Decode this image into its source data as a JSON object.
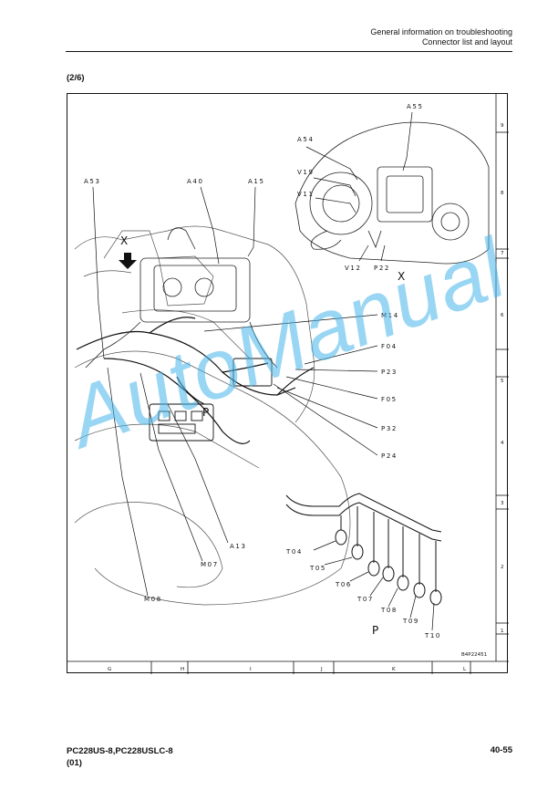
{
  "header": {
    "line1": "General information on troubleshooting",
    "line2": "Connector list and layout"
  },
  "page_subtitle": "(2/6)",
  "figure": {
    "view_x": "X",
    "view_p": "P",
    "figure_code": "B4P22451",
    "connectors": {
      "a53": "A53",
      "a40": "A40",
      "a15": "A15",
      "a55": "A55",
      "a54": "A54",
      "v19": "V19",
      "v11": "V11",
      "v12": "V12",
      "p22": "P22",
      "m14": "M14",
      "f04": "F04",
      "p23": "P23",
      "f05": "F05",
      "p32": "P32",
      "p24": "P24",
      "a13": "A13",
      "m07": "M07",
      "m08": "M08",
      "t04": "T04",
      "t05": "T05",
      "t06": "T06",
      "t07": "T07",
      "t08": "T08",
      "t09": "T09",
      "t10": "T10"
    },
    "bottom_grid": [
      "G",
      "H",
      "I",
      "J",
      "K",
      "L"
    ],
    "side_grid": [
      "9",
      "8",
      "7",
      "6",
      "5",
      "4",
      "3",
      "2",
      "1"
    ]
  },
  "watermark": "AutoManual",
  "footer": {
    "model": "PC228US-8,PC228USLC-8",
    "revision": "(01)",
    "page_number": "40-55"
  }
}
